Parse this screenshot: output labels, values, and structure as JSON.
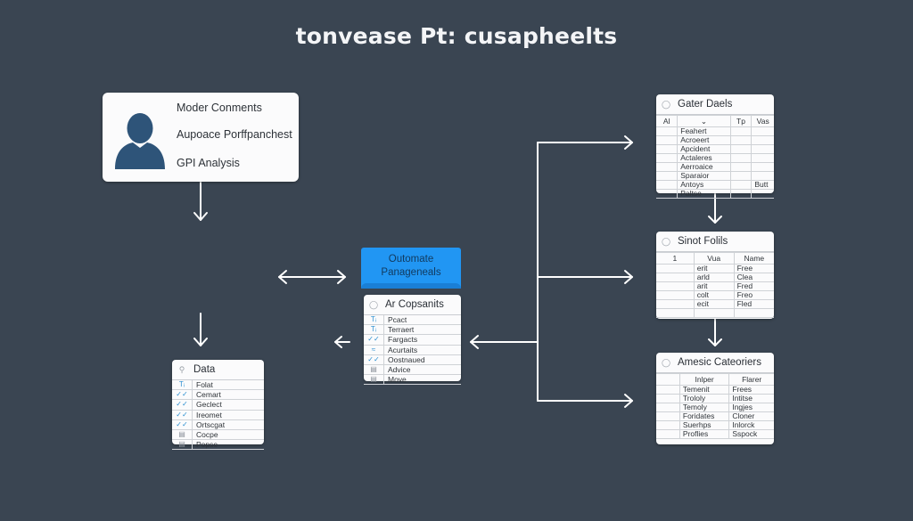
{
  "title": "tonvease Pt: cusapheelts",
  "colors": {
    "background": "#3a4552",
    "accent": "#2196f3",
    "card": "#fbfbfc",
    "avatar": "#2e5479",
    "connector": "#ffffff"
  },
  "profile_card": {
    "icon": "user-avatar-icon",
    "lines": [
      "Moder Conments",
      "Aupoace Porffpanchest",
      "GPI Analysis"
    ]
  },
  "center": {
    "button_label_line1": "Outomate",
    "button_label_line2": "Panageneals",
    "list": {
      "title": "Ar Copsanits",
      "items": [
        {
          "icon": "Tᵢ",
          "icon_name": "text-icon",
          "label": "Pcact"
        },
        {
          "icon": "Tᵢ",
          "icon_name": "text-icon",
          "label": "Terraert"
        },
        {
          "icon": "✓✓",
          "icon_name": "check-icon",
          "label": "Fargacts"
        },
        {
          "icon": "≈",
          "icon_name": "wave-icon",
          "label": "Acurtaits"
        },
        {
          "icon": "✓✓",
          "icon_name": "check-icon",
          "label": "Oostnaued"
        },
        {
          "icon": "▤",
          "icon_name": "card-icon",
          "label": "Advice"
        },
        {
          "icon": "▤",
          "icon_name": "card-icon",
          "label": "Move"
        }
      ]
    }
  },
  "data_list": {
    "title": "Data",
    "items": [
      {
        "icon": "Tᵢ",
        "icon_name": "text-icon",
        "label": "Folat"
      },
      {
        "icon": "✓✓",
        "icon_name": "check-icon",
        "label": "Cemart"
      },
      {
        "icon": "✓✓",
        "icon_name": "check-icon",
        "label": "Geclect"
      },
      {
        "icon": "✓✓",
        "icon_name": "check-icon",
        "label": "Irеоmet"
      },
      {
        "icon": "✓✓",
        "icon_name": "check-icon",
        "label": "Ortscgat"
      },
      {
        "icon": "▤",
        "icon_name": "card-icon",
        "label": "Cocpe"
      },
      {
        "icon": "▤",
        "icon_name": "card-icon",
        "label": "Popse"
      }
    ]
  },
  "gater_details": {
    "title": "Gater Daels",
    "columns": [
      "Al",
      "⌄",
      "Tp",
      "Vas"
    ],
    "rows": [
      [
        "",
        "Feahert",
        "",
        ""
      ],
      [
        "",
        "Acroeert",
        "",
        ""
      ],
      [
        "",
        "Apcident",
        "",
        ""
      ],
      [
        "",
        "Actaleres",
        "",
        ""
      ],
      [
        "",
        "Aerroaice",
        "",
        ""
      ],
      [
        "",
        "Sparaior",
        "",
        ""
      ],
      [
        "",
        "Antoys",
        "",
        "Butt"
      ],
      [
        "",
        "Paltse",
        "",
        ""
      ]
    ]
  },
  "sinot_folils": {
    "title": "Sinot Folils",
    "columns": [
      "1",
      "Vua",
      "Name"
    ],
    "rows": [
      [
        "",
        "erit",
        "Free"
      ],
      [
        "",
        "arld",
        "Clea"
      ],
      [
        "",
        "arit",
        "Fred"
      ],
      [
        "",
        "colt",
        "Freo"
      ],
      [
        "",
        "ecit",
        "Fled"
      ],
      [
        "",
        "",
        ""
      ]
    ]
  },
  "amesic_categories": {
    "title": "Amesic Cateoriers",
    "columns": [
      "",
      "Inlper",
      "Flarer"
    ],
    "rows": [
      [
        "",
        "Temenit",
        "Frees"
      ],
      [
        "",
        "Trololy",
        "Intitse"
      ],
      [
        "",
        "Temoly",
        "Ingjes"
      ],
      [
        "",
        "Foridates",
        "Cloner"
      ],
      [
        "",
        "Suerhps",
        "Inlorck"
      ],
      [
        "",
        "Proflies",
        "Sspock"
      ]
    ]
  }
}
